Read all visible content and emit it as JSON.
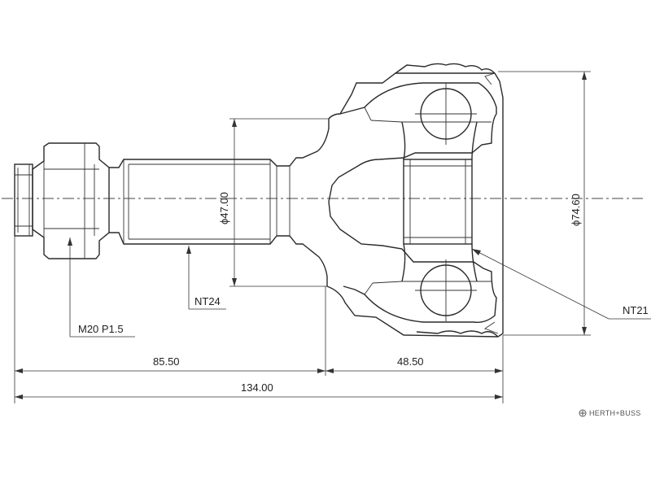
{
  "dimensions": {
    "length_total": "134.00",
    "length_shaft": "85.50",
    "length_body": "48.50",
    "diameter_shaft": "ϕ47.00",
    "diameter_body": "ϕ74.60"
  },
  "specs": {
    "thread": "M20 P1.5",
    "spline_outer": "NT24",
    "spline_inner": "NT21"
  },
  "brand": {
    "name": "HERTH+BUSS"
  },
  "colors": {
    "line": "#2a2a2a",
    "background": "#ffffff"
  }
}
